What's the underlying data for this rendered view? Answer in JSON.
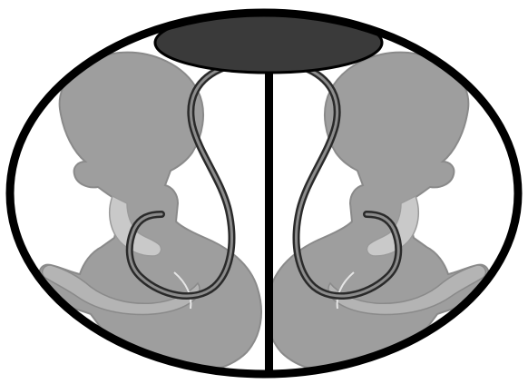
{
  "diagram": {
    "description_free": true,
    "colors": {
      "background": "#ffffff",
      "outline": "#000000",
      "fetus_fill": "#9e9e9e",
      "fetus_light": "#c9c9c9",
      "fetus_stroke": "#7a7a7a",
      "placenta": "#3a3a3a",
      "cord": "#4a4a4a",
      "cord_highlight": "#8c8c8c"
    },
    "icons": [
      "placenta-shape",
      "umbilical-cord-left",
      "umbilical-cord-right",
      "fetus-left",
      "fetus-right",
      "uterus-outline",
      "dividing-membrane"
    ]
  }
}
